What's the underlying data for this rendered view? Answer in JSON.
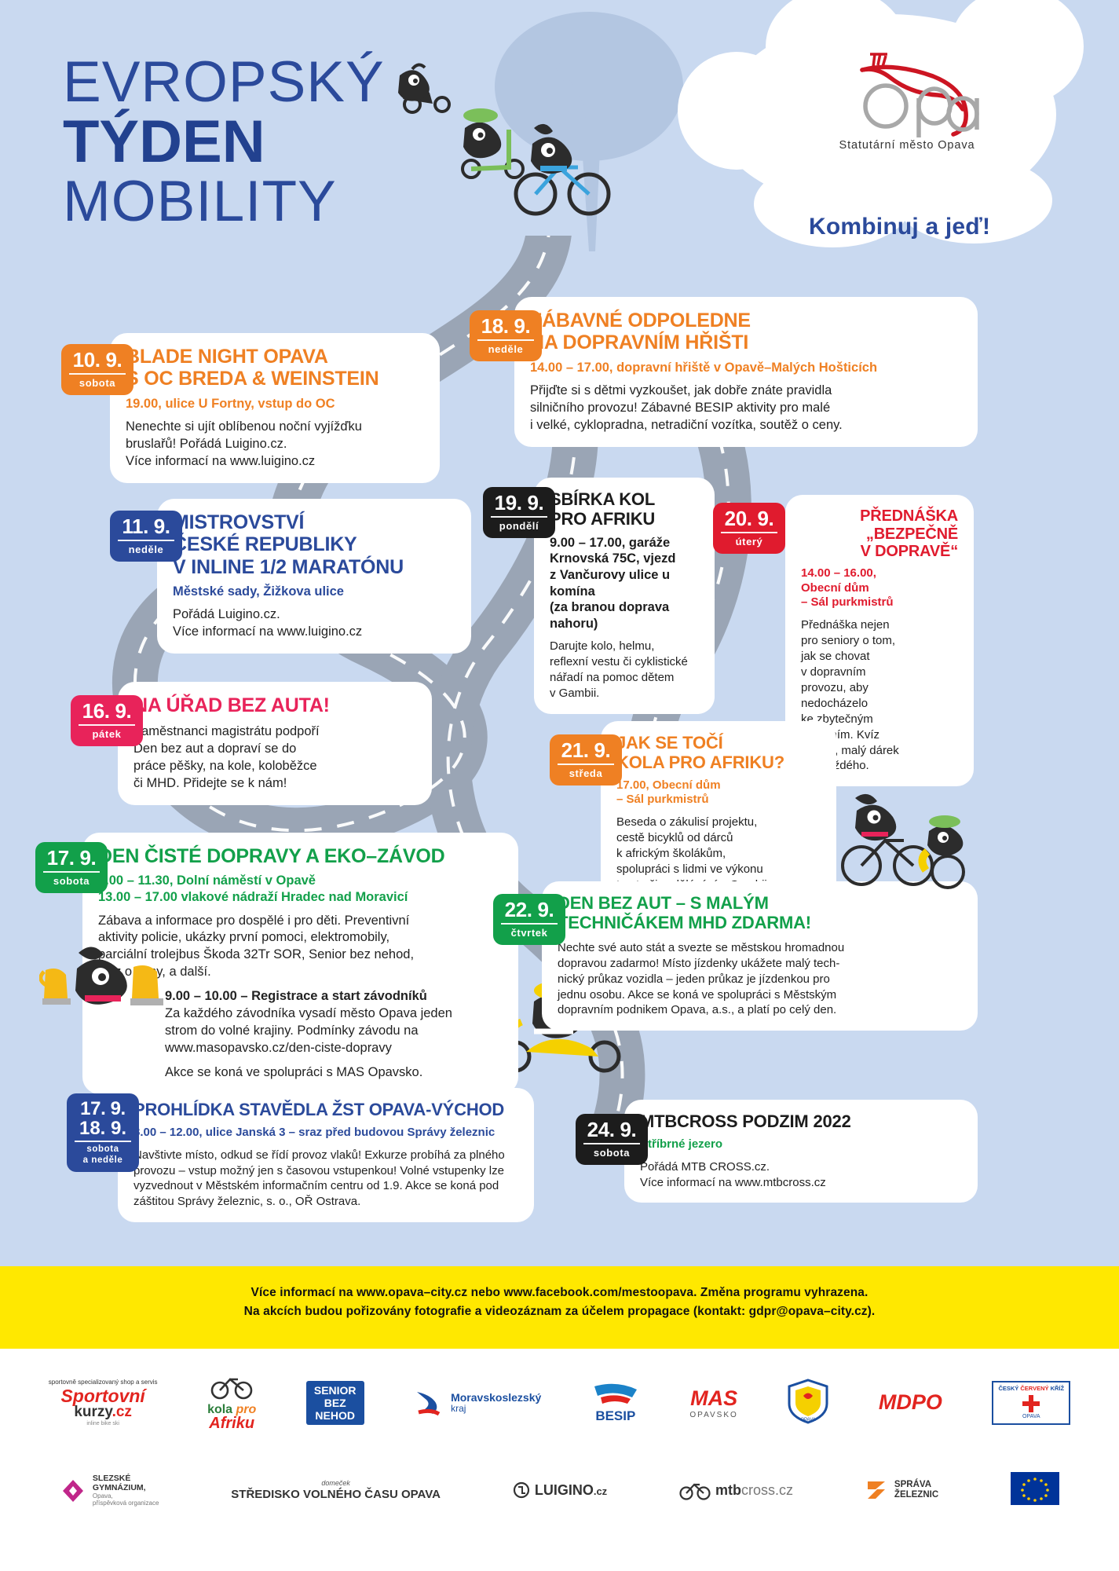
{
  "header": {
    "title_line1": "EVROPSKÝ",
    "title_line2": "TÝDEN",
    "title_line3": "MOBILITY",
    "logo_name": "Opava",
    "logo_sub": "Statutární město Opava",
    "slogan": "Kombinuj a jeď!"
  },
  "colors": {
    "orange": "#ef8023",
    "blue": "#2b4a9b",
    "pink": "#e8235a",
    "green": "#12a04a",
    "red": "#e01b2e",
    "dark": "#1c1c1c",
    "yellow": "#ffe800",
    "sky": "#c9d9f0"
  },
  "events": [
    {
      "date": "10. 9.",
      "weekday": "sobota",
      "color": "orange",
      "title": "BLADE NIGHT OPAVA\nS OC BREDA & WEINSTEIN",
      "subtitle": "19.00, ulice U Fortny, vstup do OC",
      "body": "Nenechte si ujít oblíbenou noční vyjížďku bruslařů! Pořádá Luigino.cz.\nVíce informací na www.luigino.cz"
    },
    {
      "date": "11. 9.",
      "weekday": "neděle",
      "color": "blue",
      "title": "MISTROVSTVÍ\nČESKÉ REPUBLIKY\nV INLINE 1/2 MARATÓNU",
      "subtitle": "Městské sady, Žižkova ulice",
      "body": "Pořádá Luigino.cz.\nVíce informací na www.luigino.cz"
    },
    {
      "date": "16. 9.",
      "weekday": "pátek",
      "color": "pink",
      "title": "NA ÚŘAD BEZ AUTA!",
      "subtitle": "",
      "body": "Zaměstnanci magistrátu podpoří Den bez aut a dopraví se do práce pěšky, na kole, koloběžce či MHD. Přidejte se k nám!"
    },
    {
      "date": "17. 9.",
      "weekday": "sobota",
      "color": "green",
      "title": "DEN ČISTÉ DOPRAVY A EKO–ZÁVOD",
      "subtitle": "9.00 – 11.30, Dolní náměstí v Opavě\n13.00 – 17.00 vlakové nádraží Hradec nad Moravicí",
      "body": "Zábava a informace pro dospělé i pro děti. Preventivní aktivity policie, ukázky první pomoci, elektromobily, parciální trolejbus Škoda 32Tr SOR, Senior bez nehod, kvíz o ceny, a další.",
      "body2_bold": "9.00 – 10.00 – Registrace a start závodníků",
      "body2": "Za každého závodníka vysadí město Opava jeden strom do volné krajiny. Podmínky závodu na www.masopavsko.cz/den-ciste-dopravy",
      "body3": "Akce se koná ve spolupráci s MAS Opavsko."
    },
    {
      "date": "17. 9.",
      "date2": "18. 9.",
      "weekday": "sobota\na neděle",
      "color": "blue",
      "title": "PROHLÍDKA STAVĚDLA ŽST OPAVA-VÝCHOD",
      "subtitle": "8.00 – 12.00, ulice Janská 3 – sraz před budovou Správy železnic",
      "body": "Navštivte místo, odkud se řídí provoz vlaků! Exkurze probíhá za plného provozu – vstup možný jen s časovou vstupenkou! Volné vstupenky lze vyzvednout v Městském informačním centru od 1.9. Akce se koná pod záštitou Správy železnic, s. o., OŘ Ostrava."
    },
    {
      "date": "18. 9.",
      "weekday": "neděle",
      "color": "orange",
      "title": "ZÁBAVNÉ ODPOLEDNE\nNA DOPRAVNÍM HŘIŠTI",
      "subtitle": "14.00 – 17.00, dopravní hřiště v Opavě–Malých Hošticích",
      "body": "Přijďte si s dětmi vyzkoušet, jak dobře znáte pravidla silničního provozu! Zábavné BESIP aktivity pro malé i velké, cyklopradna, netradiční vozítka, soutěž o ceny."
    },
    {
      "date": "19. 9.",
      "weekday": "pondělí",
      "color": "dark",
      "title": "SBÍRKA KOL\nPRO AFRIKU",
      "subtitle": "9.00 – 17.00, garáže Krnovská 75C, vjezd z Vančurovy ulice u komína (za branou doprava nahoru)",
      "body": "Darujte kolo, helmu, reflexní vestu či cyklistické nářadí na pomoc dětem v Gambii."
    },
    {
      "date": "20. 9.",
      "weekday": "úterý",
      "color": "red",
      "title": "PŘEDNÁŠKA\n„BEZPEČNĚ\nV DOPRAVĚ“",
      "subtitle": "14.00 – 16.00,\nObecní dům\n– Sál purkmistrů",
      "body": "Přednáška nejen pro seniory o tom, jak se chovat v dopravním provozu, aby nedocházelo ke zbytečným zraněním. Kvíz o ceny, malý dárek pro každého."
    },
    {
      "date": "21. 9.",
      "weekday": "středa",
      "color": "orange",
      "title": "JAK SE TOČÍ\nKOLA PRO AFRIKU?",
      "subtitle": "17.00, Obecní dům\n– Sál purkmistrů",
      "body": "Beseda o zákulisí projektu, cestě bicyklů od dárců k africkým školákům, spolupráci s lidmi ve výkonu trestu či vzdělávání v Gambii."
    },
    {
      "date": "22. 9.",
      "weekday": "čtvrtek",
      "color": "green",
      "title": "DEN BEZ AUT – S MALÝM\nTECHNIČÁKEM MHD ZDARMA!",
      "subtitle": "",
      "body": "Nechte své auto stát a svezte se městskou hromadnou dopravou zadarmo! Místo jízdenky ukážete malý tech-nický průkaz vozidla – jeden průkaz je jízdenkou pro jednu osobu. Akce se koná ve spolupráci s Městským dopravním podnikem Opava, a.s., a platí po celý den."
    },
    {
      "date": "24. 9.",
      "weekday": "sobota",
      "color": "dark",
      "title": "MTBCROSS PODZIM 2022",
      "subtitle": "Stříbrné jezero",
      "body": "Pořádá MTB CROSS.cz.\nVíce informací na www.mtbcross.cz"
    }
  ],
  "footer": {
    "line1": "Více informací na www.opava–city.cz nebo www.facebook.com/mestoopava. Změna programu vyhrazena.",
    "line2": "Na akcích budou pořizovány fotografie a videozáznam za účelem propagace (kontakt: gdpr@opava–city.cz)."
  },
  "sponsors_row1": [
    {
      "name": "Sportovní kurzy.cz",
      "sub": "sportovně specializovaný shop a servis",
      "sub2": "inline  bike  ski"
    },
    {
      "name": "kola pro Afriku",
      "sub": ""
    },
    {
      "name": "SENIOR BEZ NEHOD",
      "sub": ""
    },
    {
      "name": "Moravskoslezský kraj",
      "sub": ""
    },
    {
      "name": "BESIP",
      "sub": ""
    },
    {
      "name": "MAS",
      "sub": "OPAVSKO"
    },
    {
      "name": "Městská policie Opava",
      "sub": ""
    },
    {
      "name": "MDPO",
      "sub": ""
    },
    {
      "name": "ČESKÝ ČERVENÝ KŘÍŽ",
      "sub": "OPAVA"
    }
  ],
  "sponsors_row2": [
    {
      "name": "SLEZSKÉ GYMNÁZIUM,",
      "sub": "Opava, příspěvková organizace"
    },
    {
      "name": "STŘEDISKO VOLNÉHO ČASU OPAVA",
      "sub": "domeček"
    },
    {
      "name": "LUIGINO.cz",
      "sub": ""
    },
    {
      "name": "mtbcross.cz",
      "sub": ""
    },
    {
      "name": "SPRÁVA ŽELEZNIC",
      "sub": ""
    },
    {
      "name": "EU",
      "sub": ""
    }
  ]
}
